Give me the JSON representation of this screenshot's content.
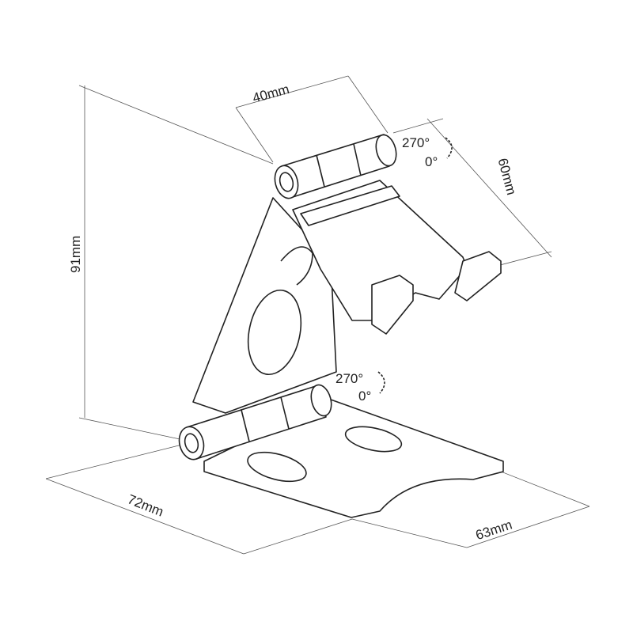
{
  "diagram": {
    "dimensions": {
      "width_top": "40mm",
      "holder_length": "60mm",
      "height": "91mm",
      "base_depth": "72mm",
      "base_width": "63mm"
    },
    "rotation_top": {
      "max": "270°",
      "min": "0°"
    },
    "rotation_bottom": {
      "max": "270°",
      "min": "0°"
    }
  }
}
